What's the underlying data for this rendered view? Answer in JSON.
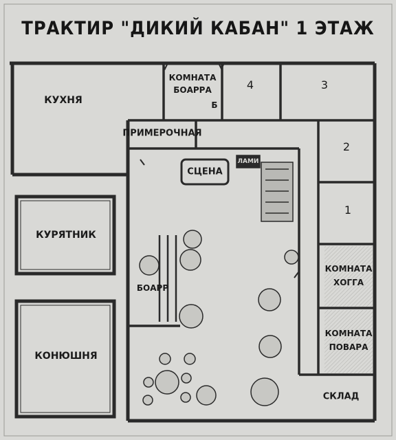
{
  "title": "ТРАКТИР \"ДИКИЙ КАБАН\" 1 ЭТАЖ",
  "rooms": {
    "kitchen": "КУХНЯ",
    "boarr_room_1": "КОМНАТА",
    "boarr_room_2": "БОАРРА",
    "boarr_room_mark": "Б",
    "room_4": "4",
    "room_3": "3",
    "room_2": "2",
    "room_1": "1",
    "fitting_room": "ПРИМЕРОЧНАЯ",
    "stage": "СЦЕНА",
    "coop": "КУРЯТНИК",
    "stable": "КОНЮШНЯ",
    "boarr": "БОАРР",
    "hogg_room_1": "КОМНАТА",
    "hogg_room_2": "ХОГГА",
    "cook_room_1": "КОМНАТА",
    "cook_room_2": "ПОВАРА",
    "storage": "СКЛАД",
    "sign_small": "ЛАМИ"
  },
  "colors": {
    "paper": "#d9d9d6",
    "ink": "#1b1b1b",
    "wall": "#2a2a2a",
    "wall_fill": "#b9b9b5"
  }
}
